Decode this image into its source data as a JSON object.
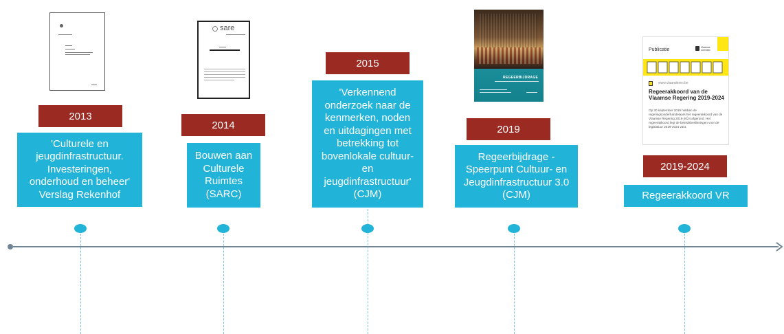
{
  "colors": {
    "year_box": "#9b2b22",
    "card": "#22b3d8",
    "axis": "#6f8595",
    "dotted_line": "#7cc3dc"
  },
  "events": [
    {
      "year": "2013",
      "text": "'Culturele en\njeugdinfrastructuur.\nInvesteringen,\nonderhoud en beheer'\nVerslag Rekenhof"
    },
    {
      "year": "2014",
      "text": "Bouwen aan\nCulturele\nRuimtes\n(SARC)"
    },
    {
      "year": "2015",
      "text": "'Verkennend\nonderzoek naar de\nkenmerken, noden\nen uitdagingen met\nbetrekking tot\nbovenlokale cultuur-\nen\njeugdinfrastructuur'\n(CJM)"
    },
    {
      "year": "2019",
      "text": "Regeerbijdrage -\nSpeerpunt Cultuur- en\nJeugdinfrastructuur 3.0\n(CJM)"
    },
    {
      "year": "2019-2024",
      "text": "Regeerakkoord VR"
    }
  ],
  "thumbnails": {
    "sarc": {
      "logo": "sare"
    },
    "regeerbijdrage": {
      "title": "REGEERBIJDRAGE"
    },
    "publicatie": {
      "label": "Publicatie",
      "brand": "Vlaamse overheid",
      "url": "www.vlaanderen.be",
      "title": "Regeerakkoord van de Vlaamse Regering 2019-2024",
      "body": "Op 30 september 2019 hebben de regeringsonderhandelaars het regeerakkoord van de Vlaamse Regering 2019-2024 afgerond. Het regeerakkoord legt de beleidsbeslissingen voor de legislatuur 2019-2024 vast."
    }
  }
}
